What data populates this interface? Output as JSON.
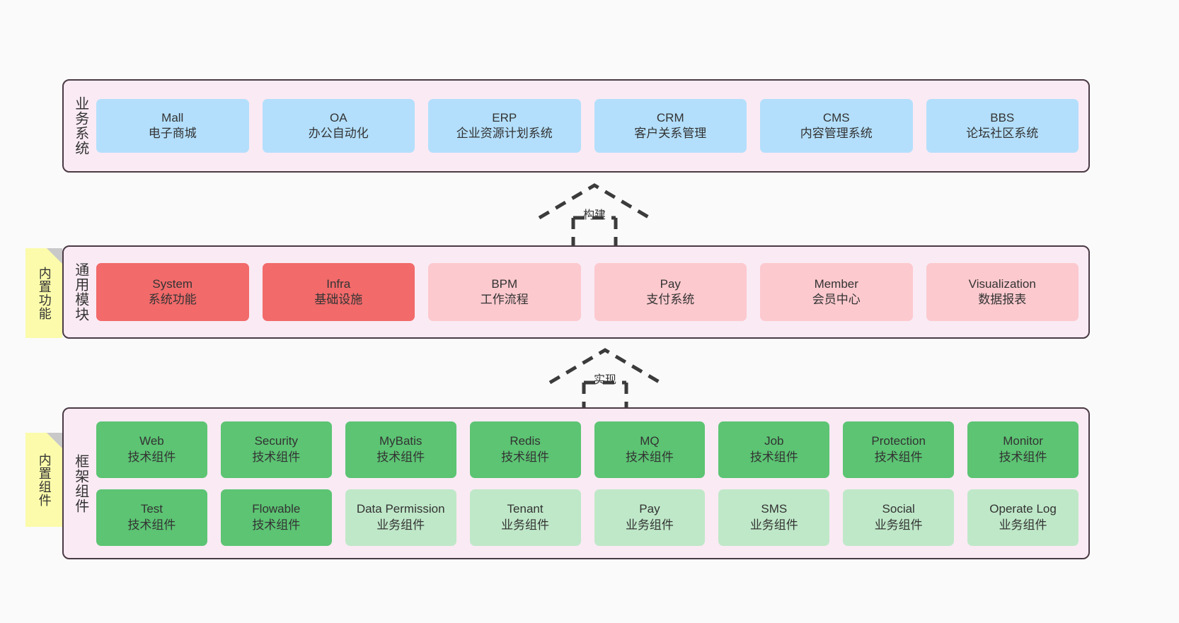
{
  "diagram": {
    "background_color": "#fafafa",
    "panel_color": "#faeaf4",
    "panel_border_color": "#4a3a44"
  },
  "layers": [
    {
      "id": "business",
      "title": "业务系统",
      "rows": [
        {
          "cards": [
            {
              "name": "Mall",
              "desc": "电子商城",
              "color": "#b3dffc"
            },
            {
              "name": "OA",
              "desc": "办公自动化",
              "color": "#b3dffc"
            },
            {
              "name": "ERP",
              "desc": "企业资源计划系统",
              "color": "#b3dffc"
            },
            {
              "name": "CRM",
              "desc": "客户关系管理",
              "color": "#b3dffc"
            },
            {
              "name": "CMS",
              "desc": "内容管理系统",
              "color": "#b3dffc"
            },
            {
              "name": "BBS",
              "desc": "论坛社区系统",
              "color": "#b3dffc"
            }
          ]
        }
      ]
    },
    {
      "id": "common",
      "title": "通用模块",
      "rows": [
        {
          "cards": [
            {
              "name": "System",
              "desc": "系统功能",
              "color": "#f26a6a"
            },
            {
              "name": "Infra",
              "desc": "基础设施",
              "color": "#f26a6a"
            },
            {
              "name": "BPM",
              "desc": "工作流程",
              "color": "#fcc9ce"
            },
            {
              "name": "Pay",
              "desc": "支付系统",
              "color": "#fcc9ce"
            },
            {
              "name": "Member",
              "desc": "会员中心",
              "color": "#fcc9ce"
            },
            {
              "name": "Visualization",
              "desc": "数据报表",
              "color": "#fcc9ce"
            }
          ]
        }
      ]
    },
    {
      "id": "framework",
      "title": "框架组件",
      "rows": [
        {
          "cards": [
            {
              "name": "Web",
              "desc": "技术组件",
              "color": "#5cc473"
            },
            {
              "name": "Security",
              "desc": "技术组件",
              "color": "#5cc473"
            },
            {
              "name": "MyBatis",
              "desc": "技术组件",
              "color": "#5cc473"
            },
            {
              "name": "Redis",
              "desc": "技术组件",
              "color": "#5cc473"
            },
            {
              "name": "MQ",
              "desc": "技术组件",
              "color": "#5cc473"
            },
            {
              "name": "Job",
              "desc": "技术组件",
              "color": "#5cc473"
            },
            {
              "name": "Protection",
              "desc": "技术组件",
              "color": "#5cc473"
            },
            {
              "name": "Monitor",
              "desc": "技术组件",
              "color": "#5cc473"
            }
          ]
        },
        {
          "cards": [
            {
              "name": "Test",
              "desc": "技术组件",
              "color": "#5cc473"
            },
            {
              "name": "Flowable",
              "desc": "技术组件",
              "color": "#5cc473"
            },
            {
              "name": "Data Permission",
              "desc": "业务组件",
              "color": "#bfe8c8"
            },
            {
              "name": "Tenant",
              "desc": "业务组件",
              "color": "#bfe8c8"
            },
            {
              "name": "Pay",
              "desc": "业务组件",
              "color": "#bfe8c8"
            },
            {
              "name": "SMS",
              "desc": "业务组件",
              "color": "#bfe8c8"
            },
            {
              "name": "Social",
              "desc": "业务组件",
              "color": "#bfe8c8"
            },
            {
              "name": "Operate Log",
              "desc": "业务组件",
              "color": "#bfe8c8"
            }
          ]
        }
      ]
    }
  ],
  "sticky_notes": [
    {
      "id": "common",
      "text": "内置功能",
      "color": "#fbfbab"
    },
    {
      "id": "framework",
      "text": "内置组件",
      "color": "#fbfbab"
    }
  ],
  "connectors": [
    {
      "id": "build",
      "label": "构建",
      "style": "dashed-generalization"
    },
    {
      "id": "impl",
      "label": "实现",
      "style": "dashed-generalization"
    }
  ]
}
